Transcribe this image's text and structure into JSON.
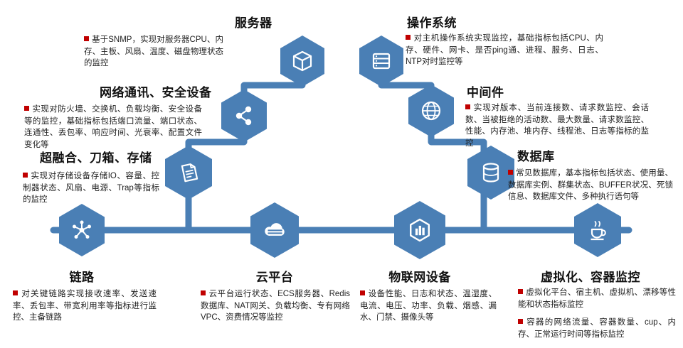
{
  "colors": {
    "accent": "#4a7fb5",
    "bullet": "#c00000",
    "title": "#111111",
    "body": "#222222"
  },
  "icons": {
    "server": "cube-icon",
    "os": "server-rack-icon",
    "network": "share-nodes-icon",
    "middleware": "globe-icon",
    "storage": "scroll-document-icon",
    "database": "database-cylinder-icon",
    "link": "hub-network-icon",
    "cloud": "cloud-stack-icon",
    "iot": "hexagon-bars-icon",
    "virtualization": "coffee-cup-icon"
  },
  "nodes": {
    "server": {
      "title": "服务器",
      "desc": "基于SNMP，实现对服务器CPU、内存、主板、风扇、温度、磁盘物理状态的监控"
    },
    "os": {
      "title": "操作系统",
      "desc": "对主机操作系统实现监控，基础指标包括CPU、内存、硬件、网卡、是否ping通、进程、服务、日志、NTP对时监控等"
    },
    "network": {
      "title": "网络通讯、安全设备",
      "desc": "实现对防火墙、交换机、负载均衡、安全设备等的监控，基础指标包括端口流量、端口状态、连通性、丢包率、响应时间、光衰率、配置文件变化等"
    },
    "middleware": {
      "title": "中间件",
      "desc": "实现对版本、当前连接数、请求数监控、会话数、当被拒绝的活动数、最大数量、请求数监控、性能、内存池、堆内存、线程池、日志等指标的监控"
    },
    "storage": {
      "title": "超融合、刀箱、存储",
      "desc": "实现对存储设备存储IO、容量、控制器状态、风扇、电源、Trap等指标的监控"
    },
    "database": {
      "title": "数据库",
      "desc": "常见数据库，基本指标包括状态、使用量、数据库实例、群集状态、BUFFER状况、死锁信息、数据库文件、多种执行语句等"
    },
    "link": {
      "title": "链路",
      "desc": "对关键链路实现接收速率、发送速率、丢包率、带宽利用率等指标进行监控、主备链路"
    },
    "cloud": {
      "title": "云平台",
      "desc": "云平台运行状态、ECS服务器、Redis数据库、NAT网关、负载均衡、专有网络VPC、资费情况等监控"
    },
    "iot": {
      "title": "物联网设备",
      "desc": "设备性能、日志和状态、温湿度、电流、电压、功率、负载、烟感、漏水、门禁、摄像头等"
    },
    "virtualization": {
      "title": "虚拟化、容器监控",
      "desc1": "虚拟化平台、宿主机、虚拟机、漂移等性能和状态指标监控",
      "desc2": "容器的网络流量、容器数量、cup、内存、正常运行时间等指标监控"
    }
  }
}
